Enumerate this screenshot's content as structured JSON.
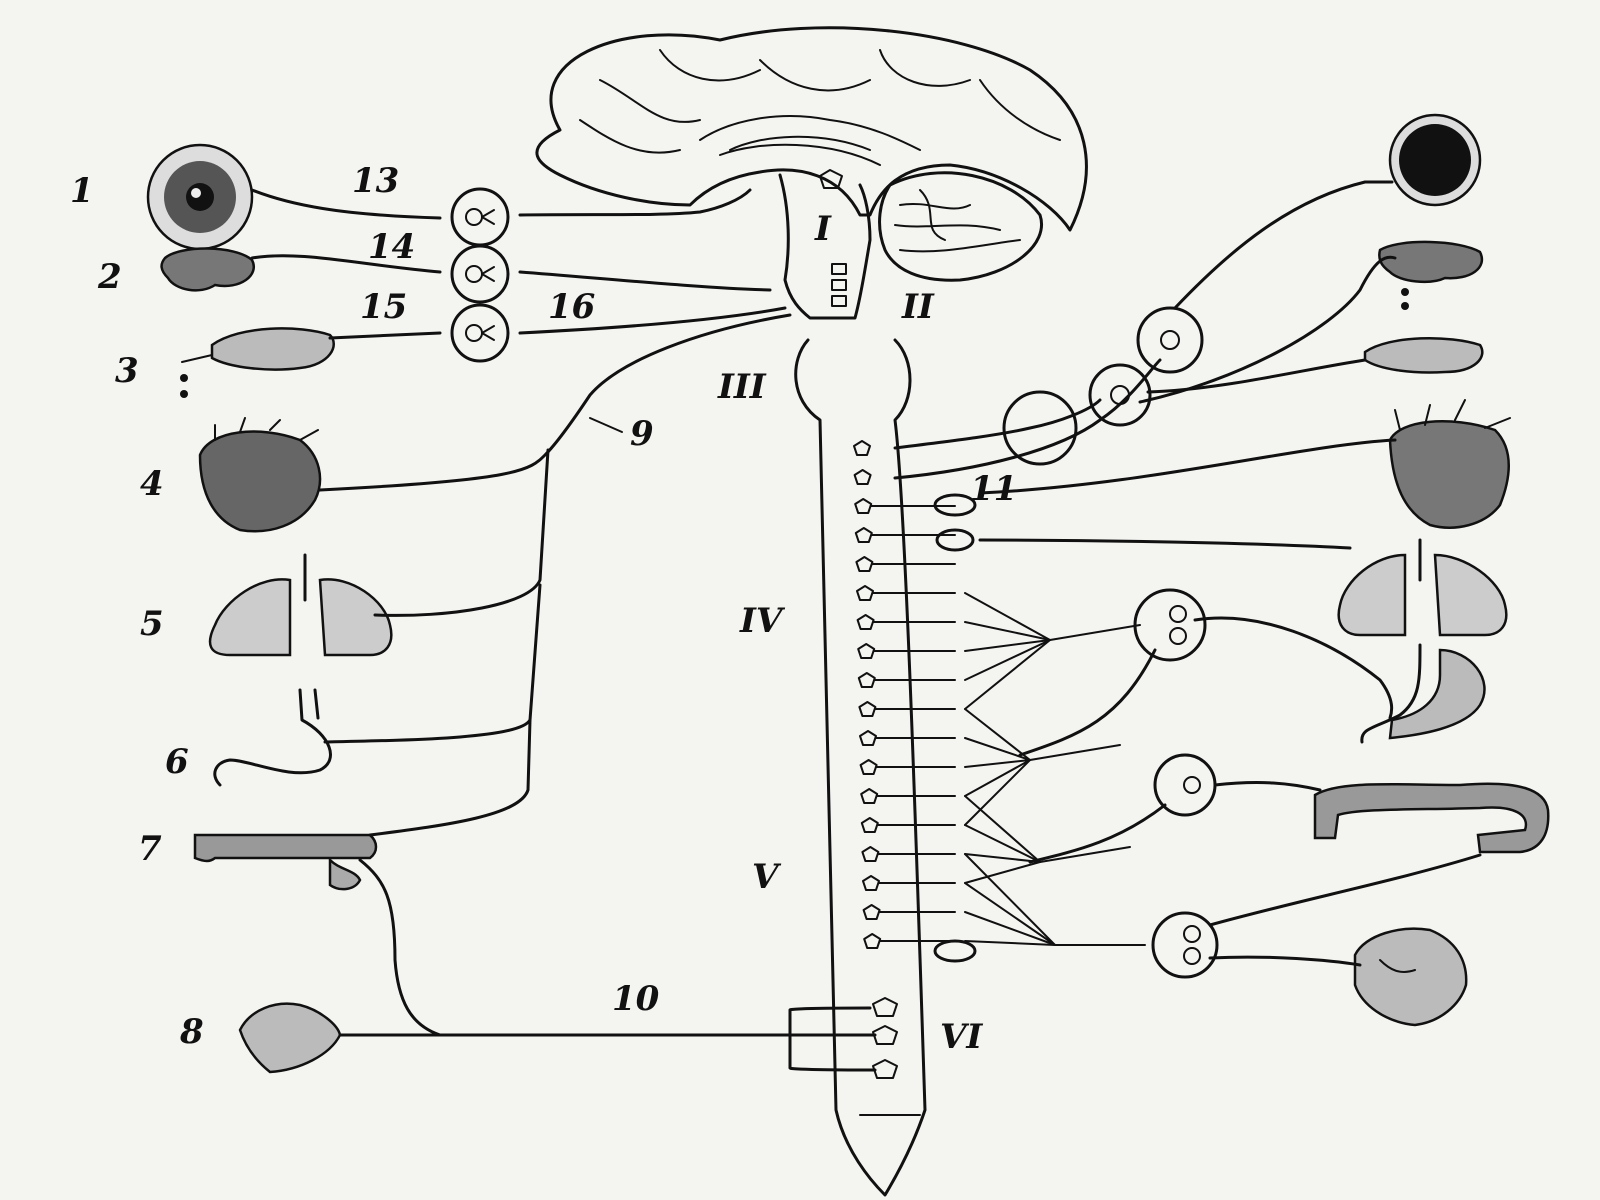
{
  "labels": {
    "n1": "1",
    "n2": "2",
    "n3": "3",
    "n4": "4",
    "n5": "5",
    "n6": "6",
    "n7": "7",
    "n8": "8",
    "n9": "9",
    "n10": "10",
    "n11": "11",
    "n13": "13",
    "n14": "14",
    "n15": "15",
    "n16": "16",
    "rI": "I",
    "rII": "II",
    "rIII": "III",
    "rIV": "IV",
    "rV": "V",
    "rVI": "VI"
  },
  "colors": {
    "ink": "#111111",
    "paper": "#f4f4f1"
  },
  "chain_nodes": 18
}
